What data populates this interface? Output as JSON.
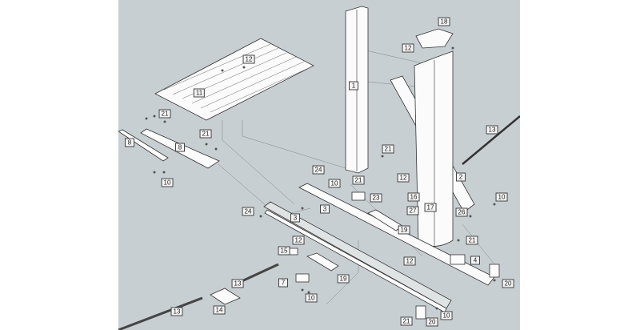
{
  "diagram": {
    "callouts": [
      {
        "id": "roof-bolt",
        "text": "12"
      },
      {
        "id": "roof-panel",
        "text": "11"
      },
      {
        "id": "plate-screws-a",
        "text": "21"
      },
      {
        "id": "plate-screws-b",
        "text": "21"
      },
      {
        "id": "plate-left",
        "text": "8"
      },
      {
        "id": "plate-right",
        "text": "8"
      },
      {
        "id": "plate-nuts",
        "text": "10"
      },
      {
        "id": "bracket-upper",
        "text": "24"
      },
      {
        "id": "bracket-lower",
        "text": "24"
      },
      {
        "id": "column-left",
        "text": "1"
      },
      {
        "id": "top-cap",
        "text": "18"
      },
      {
        "id": "cap-screw",
        "text": "12"
      },
      {
        "id": "rod-upper",
        "text": "13"
      },
      {
        "id": "diagonal-beam",
        "text": "2"
      },
      {
        "id": "column-screw",
        "text": "21"
      },
      {
        "id": "column-nuts",
        "text": "10"
      },
      {
        "id": "column-base-screws",
        "text": "21"
      },
      {
        "id": "column-bolt",
        "text": "12"
      },
      {
        "id": "rail-front",
        "text": "3"
      },
      {
        "id": "rail-back",
        "text": "3"
      },
      {
        "id": "clip-bolt",
        "text": "12"
      },
      {
        "id": "clip",
        "text": "15"
      },
      {
        "id": "hinge",
        "text": "7"
      },
      {
        "id": "hinge-nuts",
        "text": "10"
      },
      {
        "id": "rod-middle",
        "text": "13"
      },
      {
        "id": "foot-plate",
        "text": "14"
      },
      {
        "id": "rod-lower",
        "text": "13"
      },
      {
        "id": "base-bracket",
        "text": "23"
      },
      {
        "id": "pin",
        "text": "16"
      },
      {
        "id": "pin-bracket",
        "text": "27"
      },
      {
        "id": "column-right",
        "text": "17"
      },
      {
        "id": "channel-upper",
        "text": "19"
      },
      {
        "id": "beam-nuts",
        "text": "10"
      },
      {
        "id": "long-bolts",
        "text": "26"
      },
      {
        "id": "beam-screws",
        "text": "21"
      },
      {
        "id": "corner-bracket",
        "text": "4"
      },
      {
        "id": "rail-bolt",
        "text": "12"
      },
      {
        "id": "channel-lower",
        "text": "19"
      },
      {
        "id": "end-cap-right",
        "text": "20"
      },
      {
        "id": "end-screw",
        "text": "21"
      },
      {
        "id": "end-cap-bottom",
        "text": "20"
      },
      {
        "id": "end-nuts",
        "text": "10"
      }
    ]
  }
}
